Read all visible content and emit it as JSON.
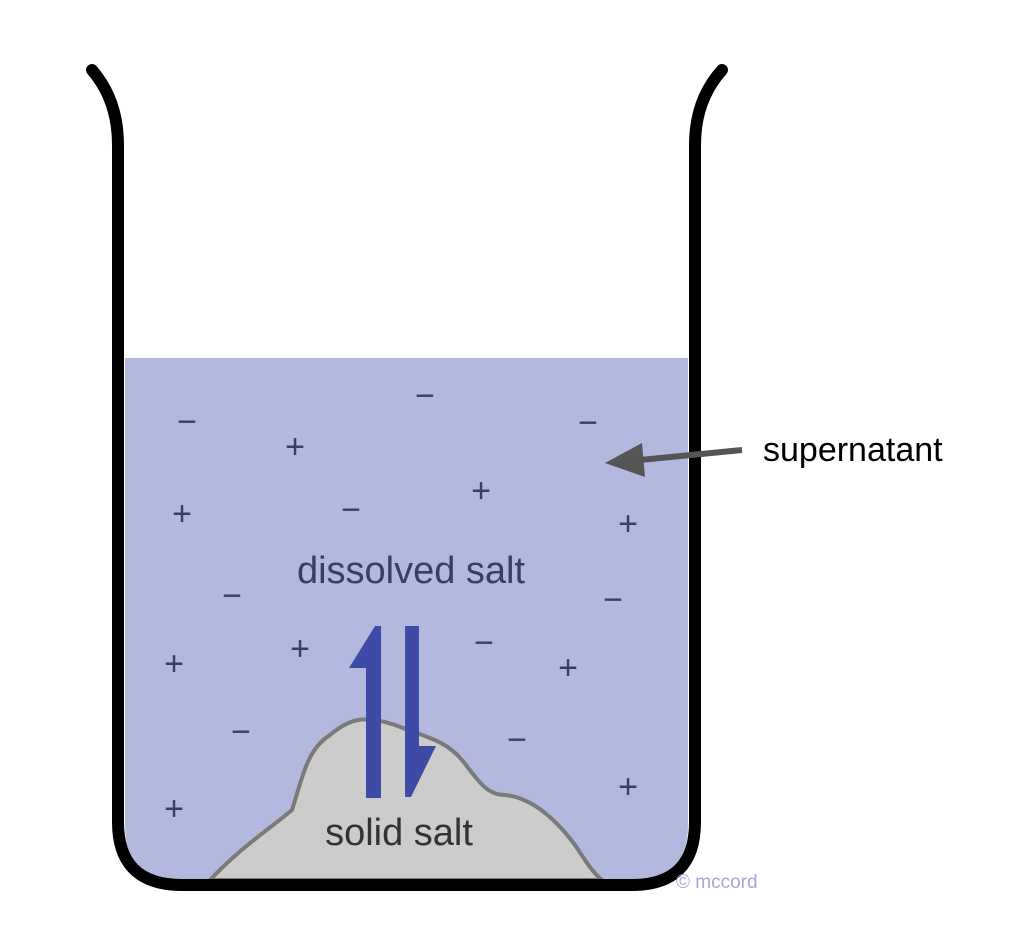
{
  "labels": {
    "supernatant": "supernatant",
    "dissolved": "dissolved salt",
    "solid": "solid salt",
    "copyright": "© mccord"
  },
  "ions": {
    "plus": "+",
    "minus": "−"
  },
  "colors": {
    "solution": "#b3b8df",
    "solid_salt": "#cccccc",
    "beaker_outline": "#000000",
    "arrows": "#3d4aa6",
    "pointer_arrow": "#555555",
    "text": "#3a3f5e",
    "copyright": "#a6a9d6"
  }
}
